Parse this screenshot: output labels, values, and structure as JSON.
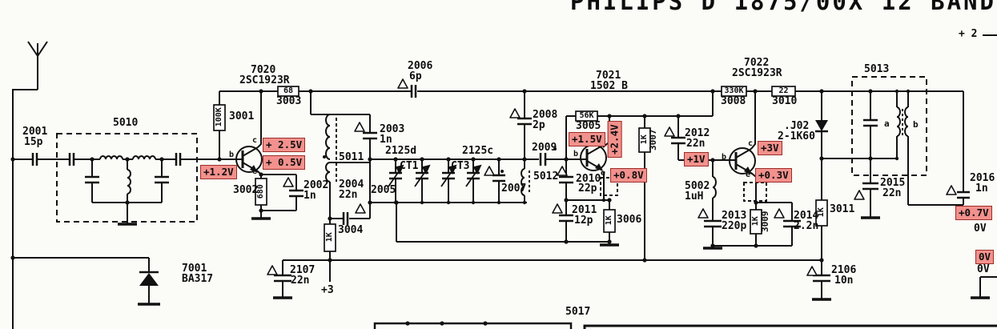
{
  "title": "PHILIPS D 1875/00X 12 BAND",
  "supply": {
    "plus2": "+ 2",
    "plus3": "+3"
  },
  "pins": {
    "b": "b",
    "c": "c",
    "e": "e"
  },
  "colors": {
    "wire": "#111111",
    "highlight_bg": "#f2918d",
    "highlight_border": "#9c2e28",
    "background": "#fbfbf7"
  },
  "parts": {
    "2001": {
      "ref": "2001",
      "val": "15p"
    },
    "2002": {
      "ref": "2002",
      "val": "1n"
    },
    "2003": {
      "ref": "2003",
      "val": "1n"
    },
    "2004": {
      "ref": "2004",
      "val": "22n"
    },
    "2005": {
      "ref": "2005"
    },
    "2006": {
      "ref": "2006",
      "val": "6p"
    },
    "2007": {
      "ref": "2007"
    },
    "2008": {
      "ref": "2008",
      "val": "2p"
    },
    "2009": {
      "ref": "2009"
    },
    "2010": {
      "ref": "2010",
      "val": "22p"
    },
    "2011": {
      "ref": "2011",
      "val": "12p"
    },
    "2012": {
      "ref": "2012",
      "val": "22n"
    },
    "2013": {
      "ref": "2013",
      "val": "220p"
    },
    "2014": {
      "ref": "2014",
      "val": "2.2n"
    },
    "2015": {
      "ref": "2015",
      "val": "22n"
    },
    "2016": {
      "ref": "2016",
      "val": "1n"
    },
    "2106": {
      "ref": "2106",
      "val": "10n"
    },
    "2107": {
      "ref": "2107",
      "val": "22n"
    },
    "2125c": {
      "ref": "2125c"
    },
    "2125d": {
      "ref": "2125d"
    },
    "3001": {
      "ref": "3001",
      "val": "100K"
    },
    "3002": {
      "ref": "3002",
      "val": "680"
    },
    "3003": {
      "ref": "3003",
      "val": "68"
    },
    "3004": {
      "ref": "3004",
      "val": "1K"
    },
    "3005": {
      "ref": "3005",
      "val": "56K"
    },
    "3006": {
      "ref": "3006",
      "val": "1K"
    },
    "3007": {
      "ref": "3007",
      "val": "1K"
    },
    "3008": {
      "ref": "3008",
      "val": "330K"
    },
    "3009": {
      "ref": "3009",
      "val": "1K"
    },
    "3010": {
      "ref": "3010",
      "val": "22"
    },
    "3011": {
      "ref": "3011",
      "val": "1K"
    },
    "5002": {
      "ref": "5002",
      "val": "1uH"
    },
    "5010": {
      "ref": "5010"
    },
    "5011": {
      "ref": "5011"
    },
    "5012": {
      "ref": "5012"
    },
    "5013": {
      "ref": "5013",
      "winding_a": "a",
      "winding_b": "b"
    },
    "5017": {
      "ref": "5017"
    },
    "7001": {
      "ref": "7001",
      "val": "BA317"
    },
    "7020": {
      "ref": "7020",
      "val": "2SC1923R"
    },
    "7021": {
      "ref": "7021",
      "val": "1502 B"
    },
    "7022": {
      "ref": "7022",
      "val": "2SC1923R"
    },
    "CT1": {
      "ref": "CT1"
    },
    "CT3": {
      "ref": "CT3"
    },
    "J02": {
      "ref": ".J02",
      "val": "2-1K60"
    }
  },
  "voltages": {
    "q7020_base": "+1.2V",
    "q7020_collector": "+ 2.5V",
    "q7020_emitter": "+ 0.5V",
    "q7021_base": "+1.5V",
    "q7021_collector": "+2.4V",
    "q7021_emitter": "+0.8V",
    "q7022_base": "+1V",
    "q7022_collector": "+3V",
    "q7022_emitter": "+0.3V",
    "output": "+0.7V",
    "zero_1": "0V",
    "zero_2": "0V",
    "zero_3": "0V"
  }
}
